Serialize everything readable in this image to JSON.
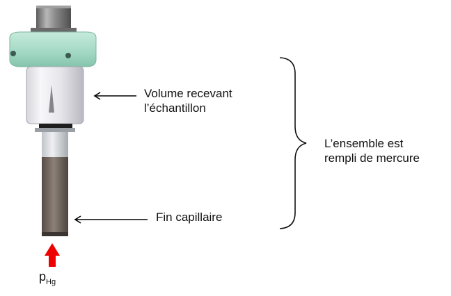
{
  "labels": {
    "volume_line1": "Volume recevant",
    "volume_line2": "l’échantillon",
    "ensemble_line1": "L’ensemble est",
    "ensemble_line2": "rempli de mercure",
    "capillaire": "Fin capillaire",
    "pressure_symbol": "p",
    "pressure_subscript": "Hg"
  },
  "colors": {
    "collar": "#a8dcc8",
    "metal": "#8a8a8a",
    "capillary": "#7a6e66",
    "pressure_arrow": "#ee0000",
    "text": "#111111"
  },
  "icons": {
    "pressure_arrow": "up-arrow-icon",
    "pointer_arrows": "left-arrow-icon"
  }
}
